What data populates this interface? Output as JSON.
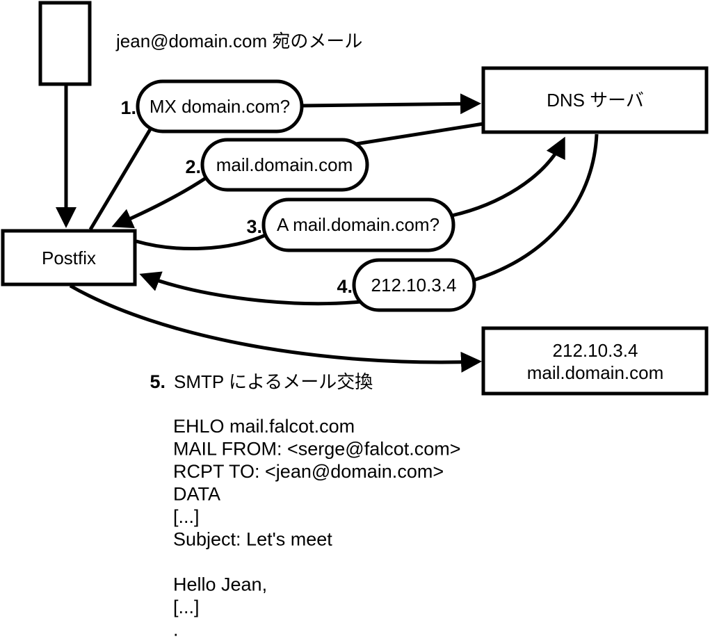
{
  "diagram": {
    "title_label": "jean@domain.com 宛のメール",
    "nodes": {
      "postfix": "Postfix",
      "dns_server": "DNS サーバ",
      "mail_server_ip": "212.10.3.4",
      "mail_server_hostname": "mail.domain.com"
    },
    "steps": [
      {
        "num": "1.",
        "label": "MX domain.com?"
      },
      {
        "num": "2.",
        "label": "mail.domain.com"
      },
      {
        "num": "3.",
        "label": "A mail.domain.com?"
      },
      {
        "num": "4.",
        "label": "212.10.3.4"
      },
      {
        "num": "5.",
        "label": "SMTP によるメール交換"
      }
    ],
    "smtp_session": {
      "lines": [
        "EHLO mail.falcot.com",
        "MAIL FROM: <serge@falcot.com>",
        "RCPT TO: <jean@domain.com>",
        "DATA",
        "[...]",
        "Subject: Let's meet",
        "",
        "Hello Jean,",
        "[...]",
        "."
      ]
    },
    "colors": {
      "stroke": "#000000",
      "background": "#ffffff",
      "text": "#000000"
    }
  }
}
